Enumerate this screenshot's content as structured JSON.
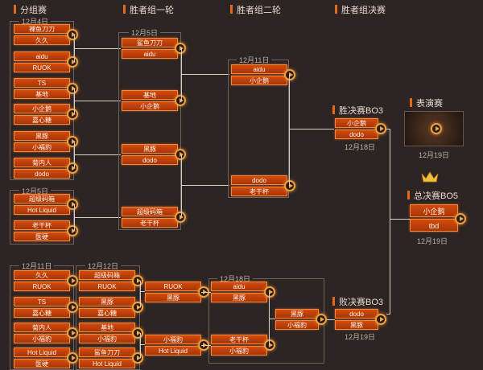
{
  "headers": [
    "分组赛",
    "胜者组一轮",
    "胜者组二轮",
    "胜者组决赛"
  ],
  "group_dates": [
    "12月4日",
    "12月5日",
    "12月11日",
    "12月12日"
  ],
  "group_matches": [
    {
      "a": "裸鱼刀刀",
      "b": "久久"
    },
    {
      "a": "aidu",
      "b": "RUOK"
    },
    {
      "a": "TS",
      "b": "基地"
    },
    {
      "a": "小企鹅",
      "b": "嘉心糖"
    },
    {
      "a": "黑豚",
      "b": "小福豹"
    },
    {
      "a": "菊内人",
      "b": "dodo"
    },
    {
      "a": "超级码箱",
      "b": "Hot Liquid"
    },
    {
      "a": "老干杯",
      "b": "医硬"
    }
  ],
  "wr1_date": "12月5日",
  "wr1_matches": [
    {
      "a": "鲨鱼刀刀",
      "b": "aidu"
    },
    {
      "a": "基地",
      "b": "小企鹅"
    },
    {
      "a": "黑豚",
      "b": "dodo"
    },
    {
      "a": "超级码箱",
      "b": "老干杯"
    }
  ],
  "wr2_date": "12月11日",
  "wr2_matches": [
    {
      "a": "aidu",
      "b": "小企鹅"
    },
    {
      "a": "dodo",
      "b": "老干杯"
    }
  ],
  "wf": {
    "title": "胜决赛BO3",
    "a": "小企鹅",
    "b": "dodo",
    "date": "12月18日"
  },
  "show": {
    "title": "表演赛",
    "date": "12月19日"
  },
  "grand": {
    "title": "总决赛BO5",
    "a": "小企鹅",
    "b": "tbd",
    "date": "12月19日"
  },
  "lb_date1": "12月11日",
  "lb_r1": [
    {
      "a": "久久",
      "b": "RUOK"
    },
    {
      "a": "TS",
      "b": "嘉心糖"
    },
    {
      "a": "菊内人",
      "b": "小福豹"
    },
    {
      "a": "Hot Liquid",
      "b": "医硬"
    }
  ],
  "lb_date2": "12月12日",
  "lb_r2": [
    {
      "a": "超级码箱",
      "b": "RUOK"
    },
    {
      "a": "黑豚",
      "b": "嘉心糖"
    },
    {
      "a": "基地",
      "b": "小福豹"
    },
    {
      "a": "鲨鱼刀刀",
      "b": "Hot Liquid"
    }
  ],
  "lb_r3": [
    {
      "a": "RUOK",
      "b": "黑豚"
    },
    {
      "a": "小福豹",
      "b": "Hot Liquid"
    }
  ],
  "lb_date3": "12月18日",
  "lb_r4": [
    {
      "a": "aidu",
      "b": "黑豚"
    },
    {
      "a": "老干杯",
      "b": "小福豹"
    }
  ],
  "lb_r5": {
    "a": "黑豚",
    "b": "小福豹"
  },
  "lf": {
    "title": "败决赛BO3",
    "a": "dodo",
    "b": "黑豚",
    "date": "12月19日"
  }
}
